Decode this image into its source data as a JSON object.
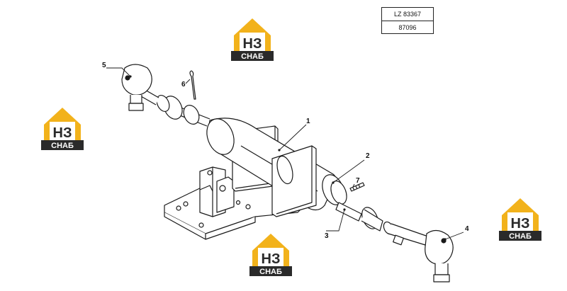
{
  "reference": {
    "code_top": "LZ 83367",
    "code_bottom": "87096"
  },
  "callouts": [
    "1",
    "2",
    "3",
    "4",
    "5",
    "6",
    "7"
  ],
  "watermark": {
    "logo_letters": "НЗ",
    "brand": "СНАБ",
    "accent_color": "#f2b21b",
    "dark_color": "#2a2a2a"
  }
}
